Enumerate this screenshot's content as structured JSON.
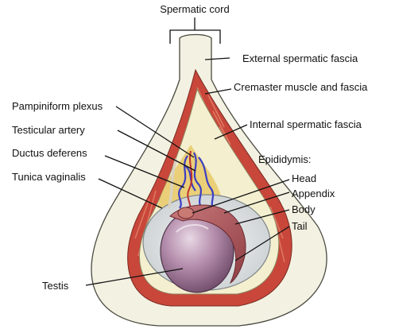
{
  "diagram": {
    "title": "Spermatic cord",
    "labels": {
      "external_fascia": "External spermatic fascia",
      "cremaster": "Cremaster muscle and fascia",
      "internal_fascia": "Internal spermatic fascia",
      "pampiniform": "Pampiniform plexus",
      "testicular_artery": "Testicular artery",
      "ductus_deferens": "Ductus deferens",
      "tunica_vaginalis": "Tunica vaginalis",
      "testis": "Testis",
      "epididymis_heading": "Epididymis:",
      "head": "Head",
      "appendix": "Appendix",
      "body": "Body",
      "tail": "Tail"
    }
  }
}
